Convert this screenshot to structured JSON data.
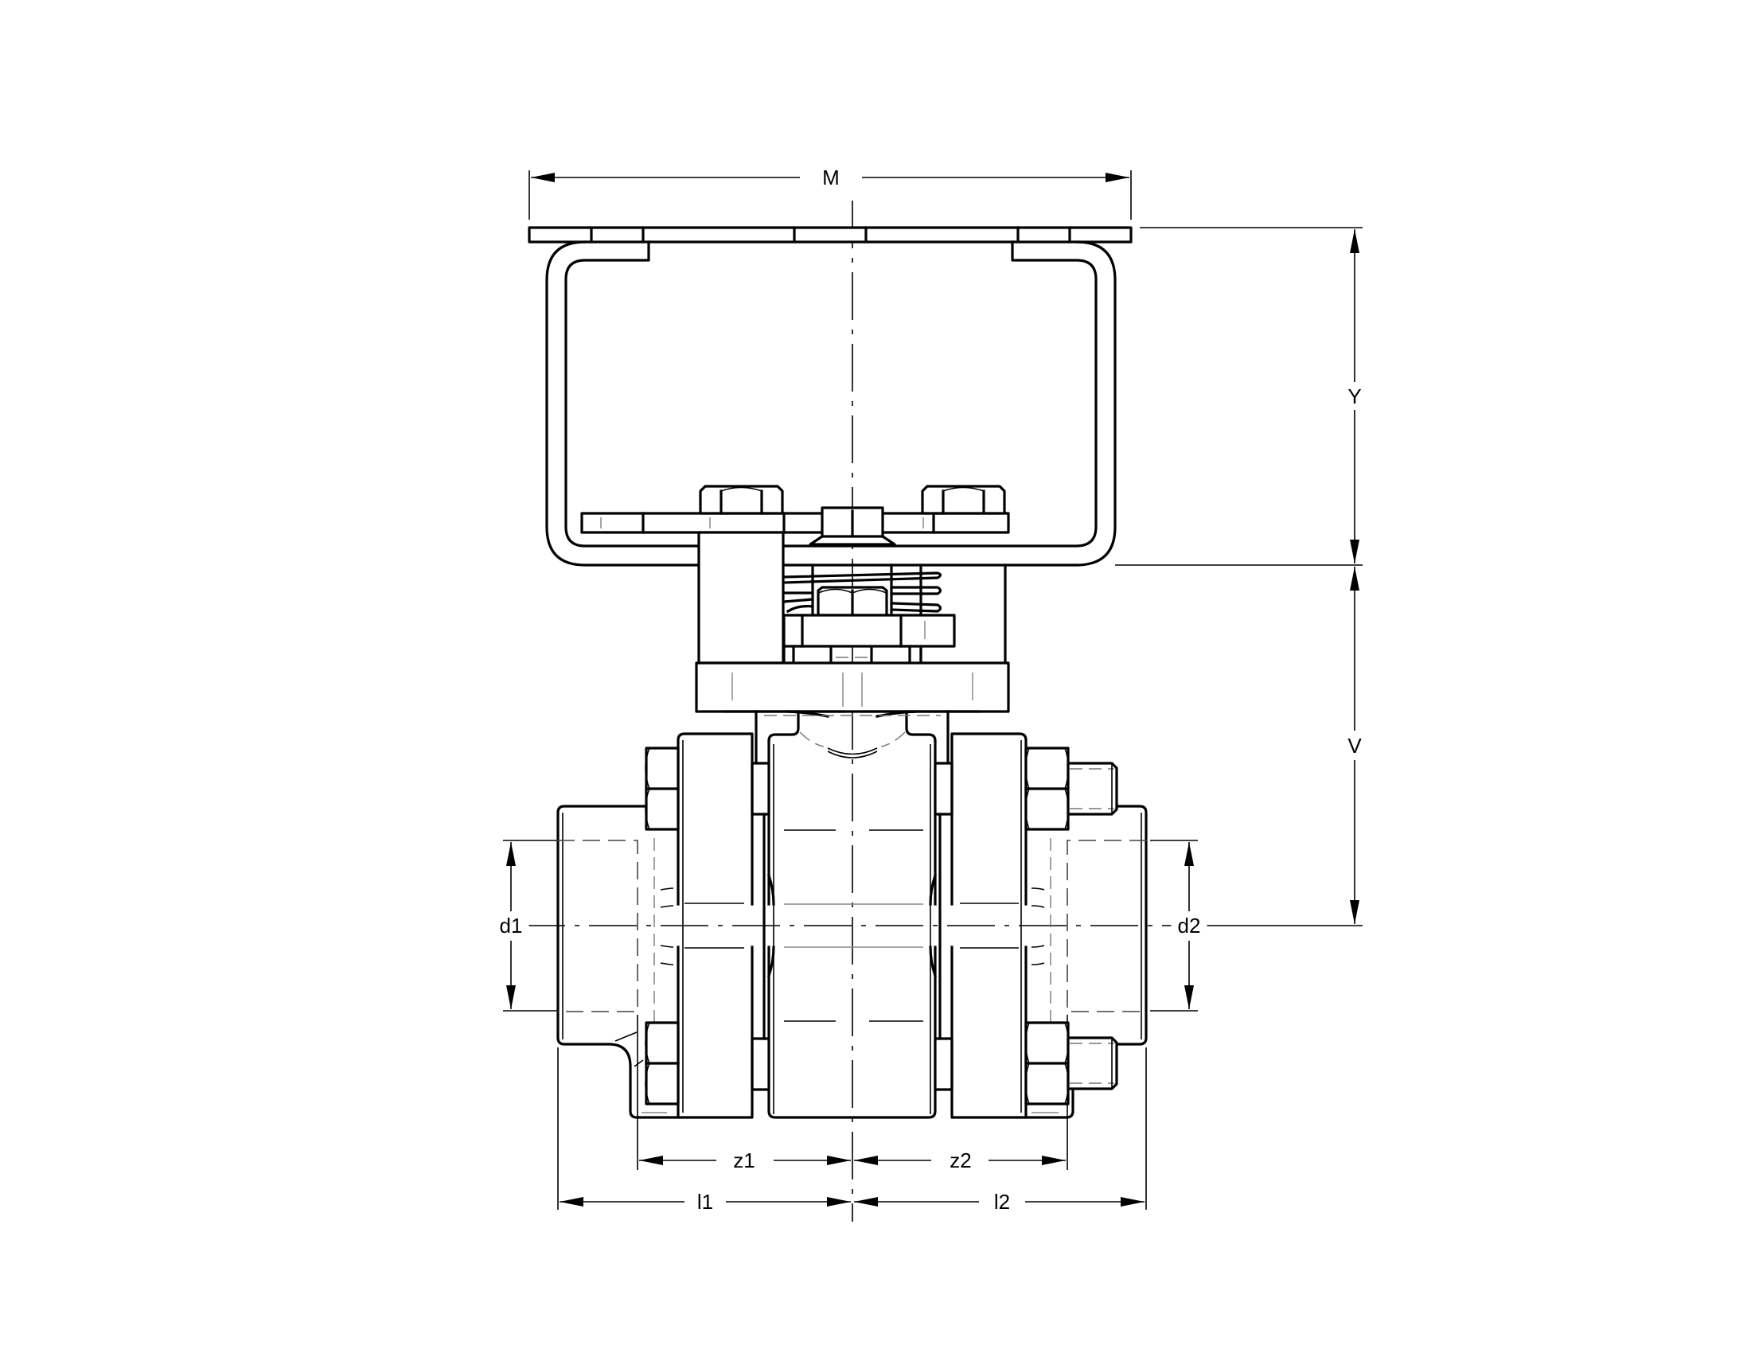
{
  "drawing": {
    "title": "Ball valve with pneumatic actuator mounting bracket - dimensional drawing",
    "line_color": "#000000",
    "background": "#ffffff"
  },
  "dimensions": {
    "M": {
      "label": "M",
      "description": "bracket top plate width"
    },
    "Y": {
      "label": "Y",
      "description": "bracket height"
    },
    "V": {
      "label": "V",
      "description": "bracket bottom to pipe centerline"
    },
    "d1": {
      "label": "d1",
      "description": "inlet socket diameter"
    },
    "d2": {
      "label": "d2",
      "description": "outlet socket diameter"
    },
    "z1": {
      "label": "z1",
      "description": "inlet socket depth to centerline"
    },
    "z2": {
      "label": "z2",
      "description": "outlet socket depth to centerline"
    },
    "l1": {
      "label": "l1",
      "description": "inlet end to centerline"
    },
    "l2": {
      "label": "l2",
      "description": "outlet end to centerline"
    }
  },
  "components": [
    "top-mounting-plate",
    "u-bracket",
    "bracket-bolts",
    "spring-coupling",
    "coupling-block",
    "mounting-flange",
    "valve-body",
    "end-flanges",
    "flange-bolts-nuts",
    "socket-end-connectors"
  ]
}
